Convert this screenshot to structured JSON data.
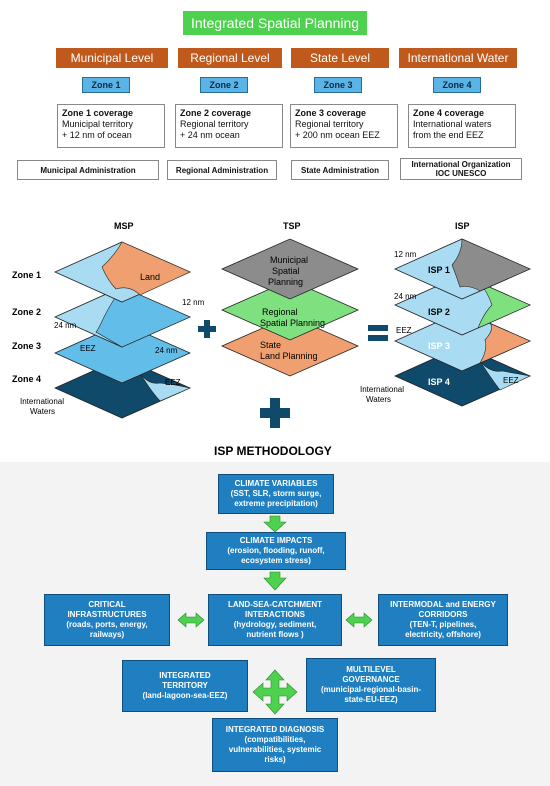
{
  "title": "Integrated Spatial Planning",
  "levels": [
    "Municipal Level",
    "Regional Level",
    "State Level",
    "International Water"
  ],
  "zones": [
    {
      "label": "Zone 1",
      "cov_title": "Zone 1 coverage",
      "cov_l1": "Municipal territory",
      "cov_l2": "+ 12 nm of ocean",
      "admin": "Municipal Administration"
    },
    {
      "label": "Zone 2",
      "cov_title": "Zone 2 coverage",
      "cov_l1": "Regional territory",
      "cov_l2": "+ 24 nm ocean",
      "admin": "Regional Administration"
    },
    {
      "label": "Zone 3",
      "cov_title": "Zone 3 coverage",
      "cov_l1": "Regional territory",
      "cov_l2": "+ 200 nm ocean EEZ",
      "admin": "State Administration"
    },
    {
      "label": "Zone 4",
      "cov_title": "Zone 4 coverage",
      "cov_l1": "International waters",
      "cov_l2": "from the end EEZ",
      "admin": "International Organization",
      "admin2": "IOC UNESCO"
    }
  ],
  "diagram": {
    "msp": "MSP",
    "tsp": "TSP",
    "isp": "ISP",
    "row_labels": [
      "Zone 1",
      "Zone 2",
      "Zone 3",
      "Zone 4"
    ],
    "land": "Land",
    "nm12": "12 nm",
    "nm24": "24 nm",
    "eez": "EEZ",
    "intl_1": "International",
    "intl_2": "Waters",
    "tsp_1a": "Municipal",
    "tsp_1b": "Spatial",
    "tsp_1c": "Planning",
    "tsp_2a": "Regional",
    "tsp_2b": "Spatial Planning",
    "tsp_3a": "State",
    "tsp_3b": "Land Planning",
    "isp1": "ISP 1",
    "isp2": "ISP 2",
    "isp3": "ISP 3",
    "isp4": "ISP 4"
  },
  "methodology": "ISP METHODOLOGY",
  "flow": {
    "climate_vars": [
      "CLIMATE VARIABLES",
      "(SST, SLR, storm surge,",
      "extreme precipitation)"
    ],
    "climate_impacts": [
      "CLIMATE IMPACTS",
      "(erosion, flooding, runoff,",
      "ecosystem stress)"
    ],
    "lsc": [
      "LAND-SEA-CATCHMENT",
      "INTERACTIONS",
      "(hydrology, sediment,",
      "nutrient flows )"
    ],
    "critical": [
      "CRITICAL",
      "INFRASTRUCTURES",
      "(roads, ports, energy,",
      "railways)"
    ],
    "intermodal": [
      "INTERMODAL and ENERGY",
      "CORRIDORS",
      "(TEN-T,  pipelines,",
      "electricity, offshore)"
    ],
    "integrated_territory": [
      "INTEGRATED",
      "TERRITORY",
      "(land-lagoon-sea-EEZ)"
    ],
    "multilevel": [
      "MULTILEVEL",
      "GOVERNANCE",
      "(municipal-regional-basin-",
      "state-EU-EEZ)"
    ],
    "diagnosis": [
      "INTEGRATED DIAGNOSIS",
      "(compatibilities,",
      "vulnerabilities, systemic",
      "risks)"
    ]
  },
  "colors": {
    "green": "#4ed14e",
    "orange": "#c05a1c",
    "blue": "#1f7fc0",
    "land": "#f0a070",
    "navy": "#0f4a6b",
    "light": "#a9dcf3"
  }
}
